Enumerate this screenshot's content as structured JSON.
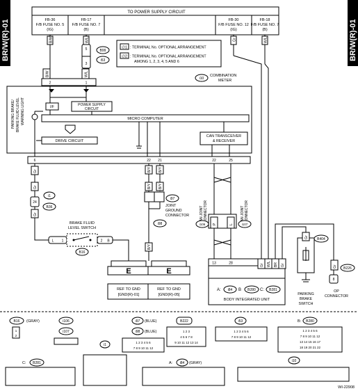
{
  "side_labels": {
    "left": "BR/W(R)-01",
    "right": "BR/W(R)-01"
  },
  "power": {
    "title": "TO POWER SUPPLY CIRCUIT",
    "fuses": [
      {
        "name": "FB-36",
        "desc": "F/B FUSE NO. 5",
        "state": "(IG)"
      },
      {
        "name": "FB-17",
        "desc": "F/B FUSE NO. 7",
        "state": "(B)"
      },
      {
        "name": "FB-30",
        "desc": "F/B FUSE NO. 12",
        "state": "(IG)"
      },
      {
        "name": "FB-18",
        "desc": "F/B FUSE NO. 7",
        "state": "(B)"
      }
    ]
  },
  "legend": {
    "mark1": "∅1",
    "line1": ": TERMINAL No. OPTIONAL ARRANGEMENT",
    "mark2": "∅2",
    "line2a": ": TERMINAL No. OPTIONAL ARRANGEMENT",
    "line2b": "AMONG 1, 2, 3, 4, 5 AND 6"
  },
  "connectors": {
    "b99": "B99",
    "i53": "i53",
    "i10": "i10",
    "i1": "i1",
    "b36": "B36",
    "i97": "i97",
    "i98": "i98",
    "b16": "B16",
    "i106": "i106",
    "i107": "i107",
    "b404": "B404",
    "b226": "B226",
    "b280": "B280",
    "b281": "B281",
    "i84": "i84"
  },
  "meter": {
    "label1": "COMBINATION",
    "label2": "METER",
    "warning_label": [
      "PARKING BRAKE/",
      "BRAKE FLUID LEVEL",
      "WARNING LIGHT"
    ],
    "iface": "I/F",
    "psu1": "POWER SUPPLY",
    "psu2": "CIRCUIT",
    "micro": "MICRO COMPUTER",
    "drive": "DRIVE CIRCUIT",
    "can1": "CAN TRANSCEIVER",
    "can2": "& RECEIVER"
  },
  "wires": {
    "bw": "B/W",
    "wl": "W/L",
    "gr": "Gr",
    "br": "BR",
    "by": "B/Y",
    "l": "L",
    "b": "B",
    "p": "P"
  },
  "pins": {
    "p5": "5",
    "p3": "3",
    "p2": "2",
    "p1": "1",
    "p6": "6",
    "p22": "22",
    "p21": "21",
    "p25": "25",
    "p8": "8",
    "p7": "7",
    "p13": "13",
    "p28": "28",
    "p24": "24",
    "p24b": "24",
    "p4": "4",
    "p9": "9",
    "p10": "10",
    "p11": "11",
    "p8b": "8"
  },
  "labels": {
    "jgc1": "JOINT",
    "jgc2": "GROUND",
    "jgc3": "CONNECTOR",
    "bfl1": "BRAKE FLUID",
    "bfl2": "LEVEL SWITCH",
    "can_joint": [
      "CAN JOINT",
      "CONNECTOR"
    ],
    "ref1a": "REF TO GND",
    "ref1b": "[GND(R)-01]",
    "ref2a": "REF TO GND",
    "ref2b": "[GND(R)-05]",
    "e": "E",
    "biu": "BODY INTEGRATED UNIT",
    "biu_a": "A:",
    "biu_b": "B",
    "biu_c": "C:",
    "pbs": [
      "PARKING",
      "BRAKE",
      "SWITCH"
    ],
    "op": [
      "OP",
      "CONNECTOR"
    ],
    "b16_gray": "(GRAY)",
    "i97_blue": "(BLUE)",
    "i98_blue": "(BLUE)",
    "i84_gray": "(GRAY)",
    "c_b281": "C:",
    "a_i84": "A:",
    "b_b280": "B:",
    "code": "WI-22908"
  },
  "bottom_conns": {
    "b222_rows": [
      "1 2 3",
      "4 5 6 7 8",
      "9 10 11 12 13 14"
    ],
    "i53_rows": [
      "1 2 3 4 5 6",
      "7 8 9 10 11 12"
    ],
    "b280_rows": [
      "1 2 3 4 5 6",
      "7 8 9 10 11 12",
      "13 14 15 16 17",
      "18 19 20 21 22"
    ],
    "i97_rows": [
      "1 2 3 4 5 6",
      "7 8 9 10 11 12"
    ]
  }
}
